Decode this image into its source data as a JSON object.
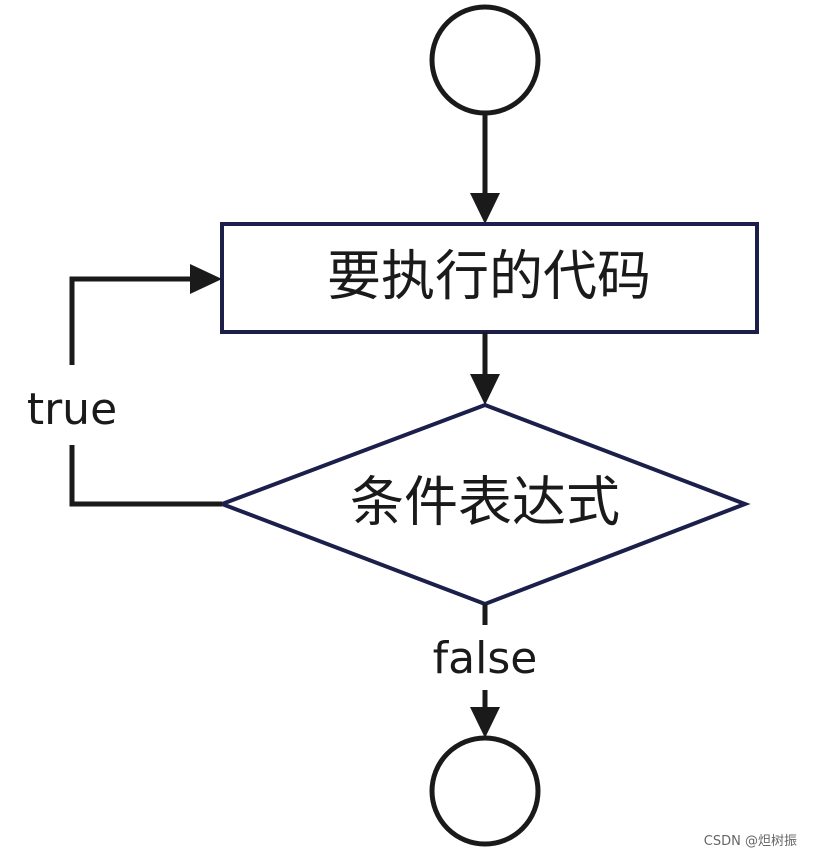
{
  "diagram": {
    "process_label": "要执行的代码",
    "condition_label": "条件表达式",
    "true_label": "true",
    "false_label": "false"
  },
  "watermark": "CSDN @炟树振",
  "colors": {
    "box_border": "#1b1f4a",
    "line": "#1a1a1a",
    "text": "#1a1a1a"
  }
}
